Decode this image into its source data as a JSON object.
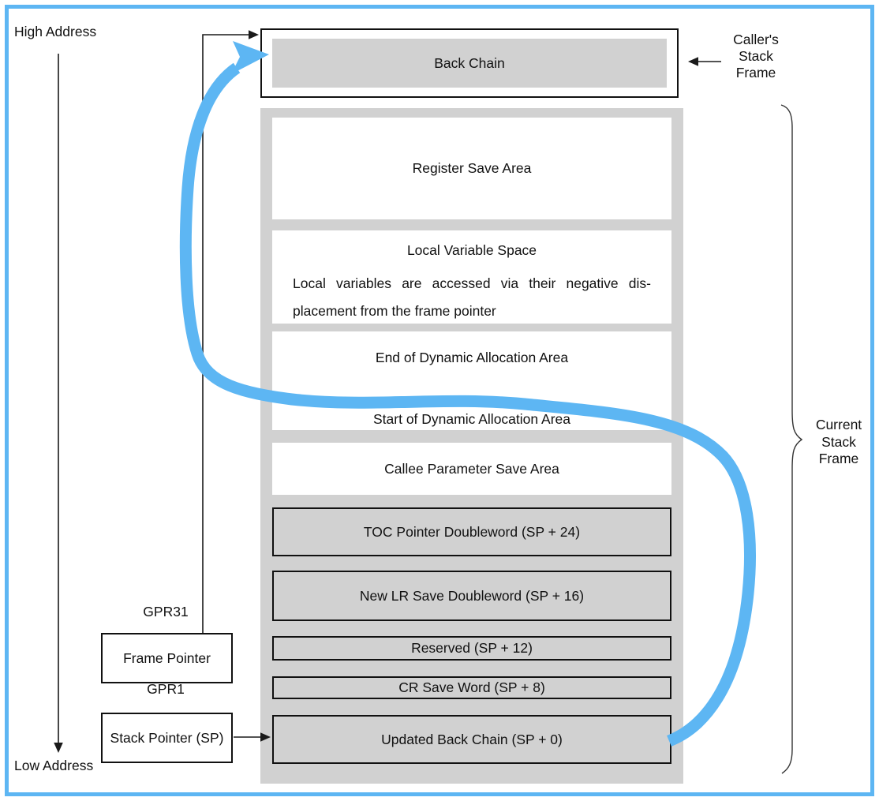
{
  "labels": {
    "high_address": "High Address",
    "low_address": "Low Address",
    "gpr31": "GPR31",
    "gpr1": "GPR1",
    "callers_stack_frame": "Caller's\nStack\nFrame",
    "current_stack_frame": "Current\nStack\nFrame"
  },
  "registers": {
    "frame_pointer": "Frame Pointer",
    "stack_pointer": "Stack Pointer (SP)"
  },
  "caller_frame": {
    "back_chain": "Back Chain"
  },
  "current_frame": {
    "register_save_area": "Register Save Area",
    "local_variable_space": {
      "title": "Local Variable Space",
      "line1": "Local variables are accessed via their negative dis-",
      "line2": "placement from the frame pointer"
    },
    "dynamic_allocation": {
      "end": "End of Dynamic Allocation Area",
      "start": "Start of Dynamic Allocation Area"
    },
    "callee_parameter_save_area": "Callee Parameter Save Area",
    "toc_pointer": "TOC Pointer Doubleword (SP + 24)",
    "new_lr_save": "New LR Save Doubleword (SP + 16)",
    "reserved": "Reserved (SP + 12)",
    "cr_save_word": "CR Save Word (SP + 8)",
    "updated_back_chain": "Updated Back Chain (SP + 0)"
  },
  "colors": {
    "accent_blue": "#5db6f3",
    "container_gray": "#d1d1d1",
    "line_black": "#1a1a1a"
  }
}
